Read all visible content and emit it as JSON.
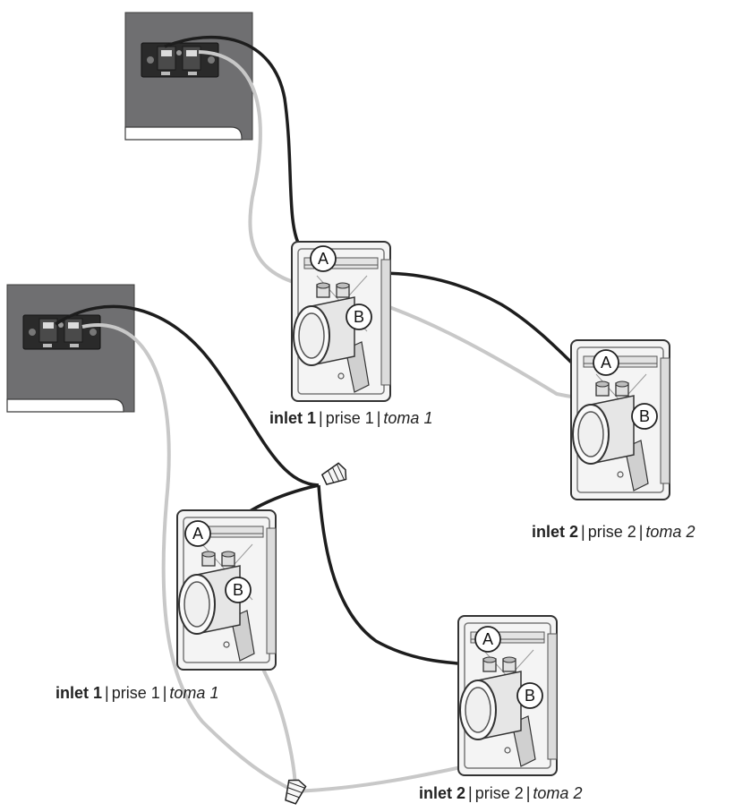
{
  "colors": {
    "panel": "#6f6f71",
    "panel_border": "#3c3c3c",
    "wire_dark": "#1d1d1d",
    "wire_light": "#c8c8c8",
    "plate_fill": "#f4f4f4",
    "plate_stroke": "#333333"
  },
  "icons": {
    "terminal_block": "low-voltage-terminal-block-icon",
    "wire_nut": "wire-nut-connector-icon",
    "inlet": "vacuum-wall-inlet-icon"
  },
  "terminal_labels": {
    "a": "A",
    "b": "B"
  },
  "captions": {
    "top_inlet1": {
      "bold": "inlet 1",
      "plain": "prise 1",
      "italic": "toma 1"
    },
    "top_inlet2": {
      "bold": "inlet 2",
      "plain": "prise 2",
      "italic": "toma 2"
    },
    "bottom_inlet1": {
      "bold": "inlet 1",
      "plain": "prise 1",
      "italic": "toma 1"
    },
    "bottom_inlet2": {
      "bold": "inlet 2",
      "plain": "prise 2",
      "italic": "toma 2"
    }
  }
}
